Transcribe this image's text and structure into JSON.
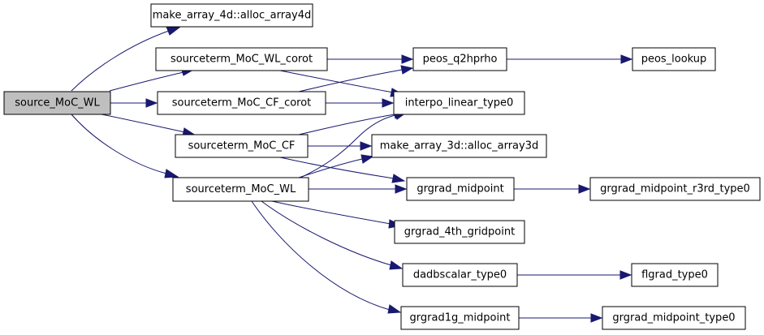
{
  "graph": {
    "colors": {
      "edge": "#191970",
      "root_fill": "#bfbfbf",
      "node_fill": "#ffffff",
      "border": "#000000"
    },
    "nodes": {
      "source_moc_wl": "source_MoC_WL",
      "alloc_array4d": "make_array_4d::alloc_array4d",
      "moc_wl_corot": "sourceterm_MoC_WL_corot",
      "moc_cf_corot": "sourceterm_MoC_CF_corot",
      "moc_cf": "sourceterm_MoC_CF",
      "moc_wl": "sourceterm_MoC_WL",
      "peos_q2hprho": "peos_q2hprho",
      "peos_lookup": "peos_lookup",
      "interpo": "interpo_linear_type0",
      "alloc_array3d": "make_array_3d::alloc_array3d",
      "grgrad_midpoint": "grgrad_midpoint",
      "grgrad_r3rd": "grgrad_midpoint_r3rd_type0",
      "grgrad_4th": "grgrad_4th_gridpoint",
      "dadbscalar": "dadbscalar_type0",
      "flgrad": "flgrad_type0",
      "grgrad1g": "grgrad1g_midpoint",
      "grgrad_mid_type0": "grgrad_midpoint_type0"
    }
  }
}
